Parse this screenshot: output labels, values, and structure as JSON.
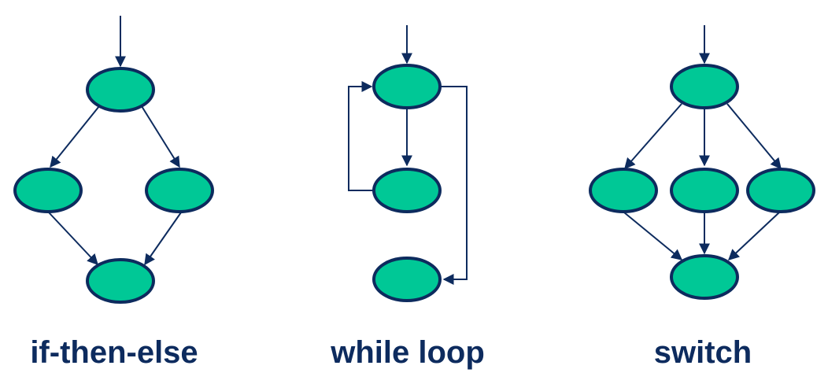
{
  "diagrams": {
    "if_then_else": {
      "caption": "if-then-else"
    },
    "while_loop": {
      "caption": "while loop"
    },
    "switch": {
      "caption": "switch"
    }
  },
  "colors": {
    "node_fill": "#00c896",
    "node_stroke": "#0d2b5e",
    "edge": "#0d2b5e",
    "caption": "#0d2b5e"
  }
}
